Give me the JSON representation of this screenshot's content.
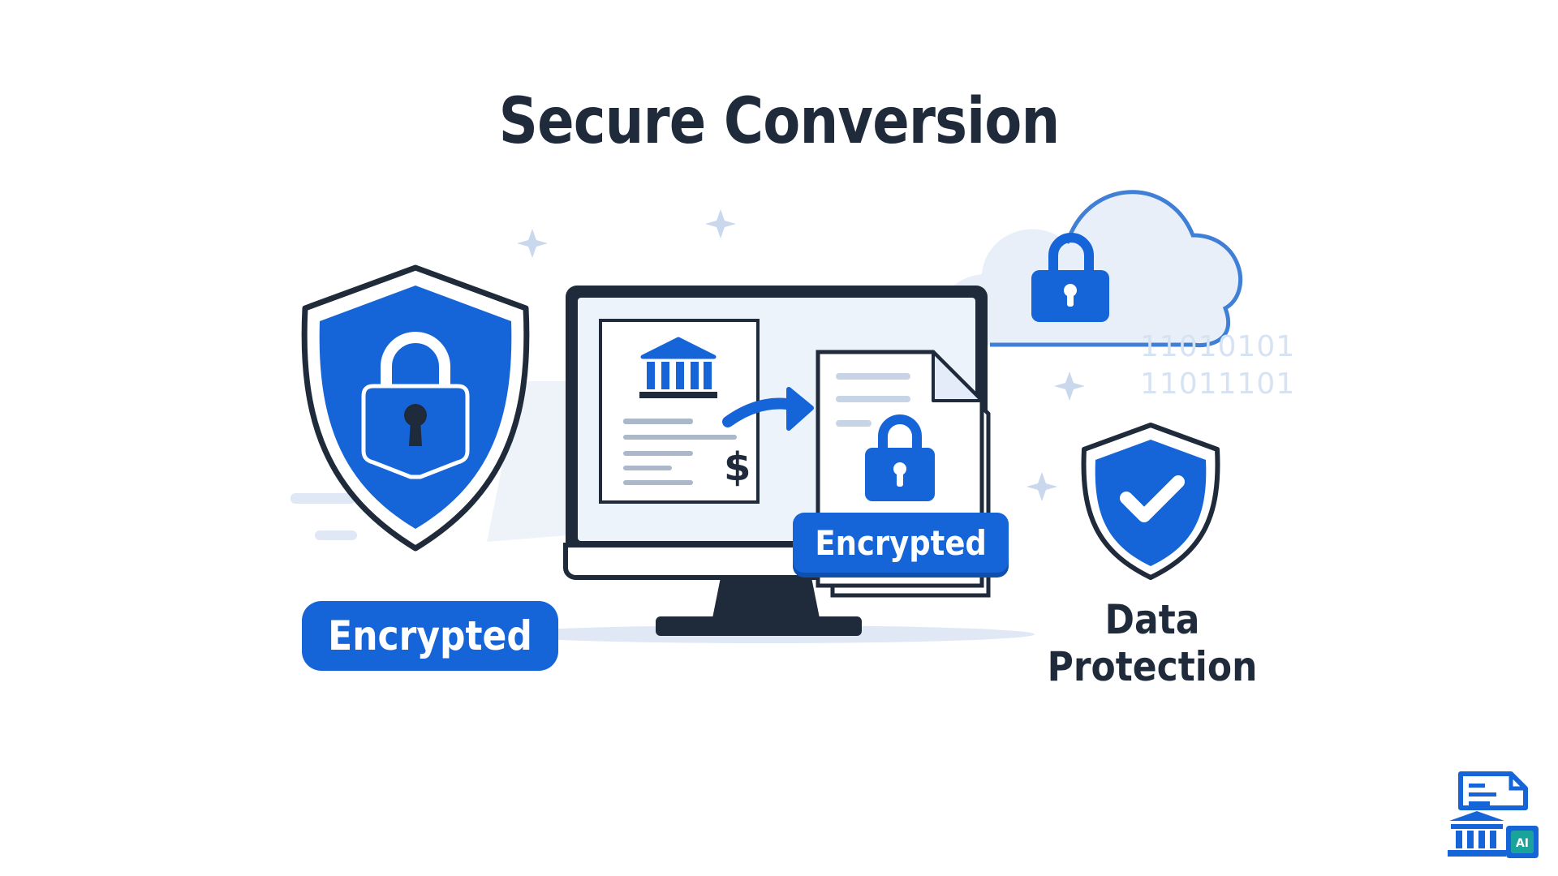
{
  "title": "Secure Conversion",
  "badges": {
    "left": "Encrypted",
    "center": "Encrypted"
  },
  "data_protection": {
    "line1": "Data",
    "line2": "Protection"
  },
  "document": {
    "currency_symbol": "$"
  },
  "binary_text": [
    "11010101",
    "11011101"
  ],
  "logo": {
    "chip_text": "AI"
  },
  "colors": {
    "primary_blue": "#1565d8",
    "navy": "#1f2a3b",
    "light_blue": "#e3ecf8"
  },
  "icons": [
    "shield-lock-icon",
    "monitor-icon",
    "bank-icon",
    "arrow-icon",
    "document-lock-icon",
    "cloud-lock-icon",
    "shield-check-icon",
    "sparkle-icon",
    "brand-logo-icon"
  ]
}
